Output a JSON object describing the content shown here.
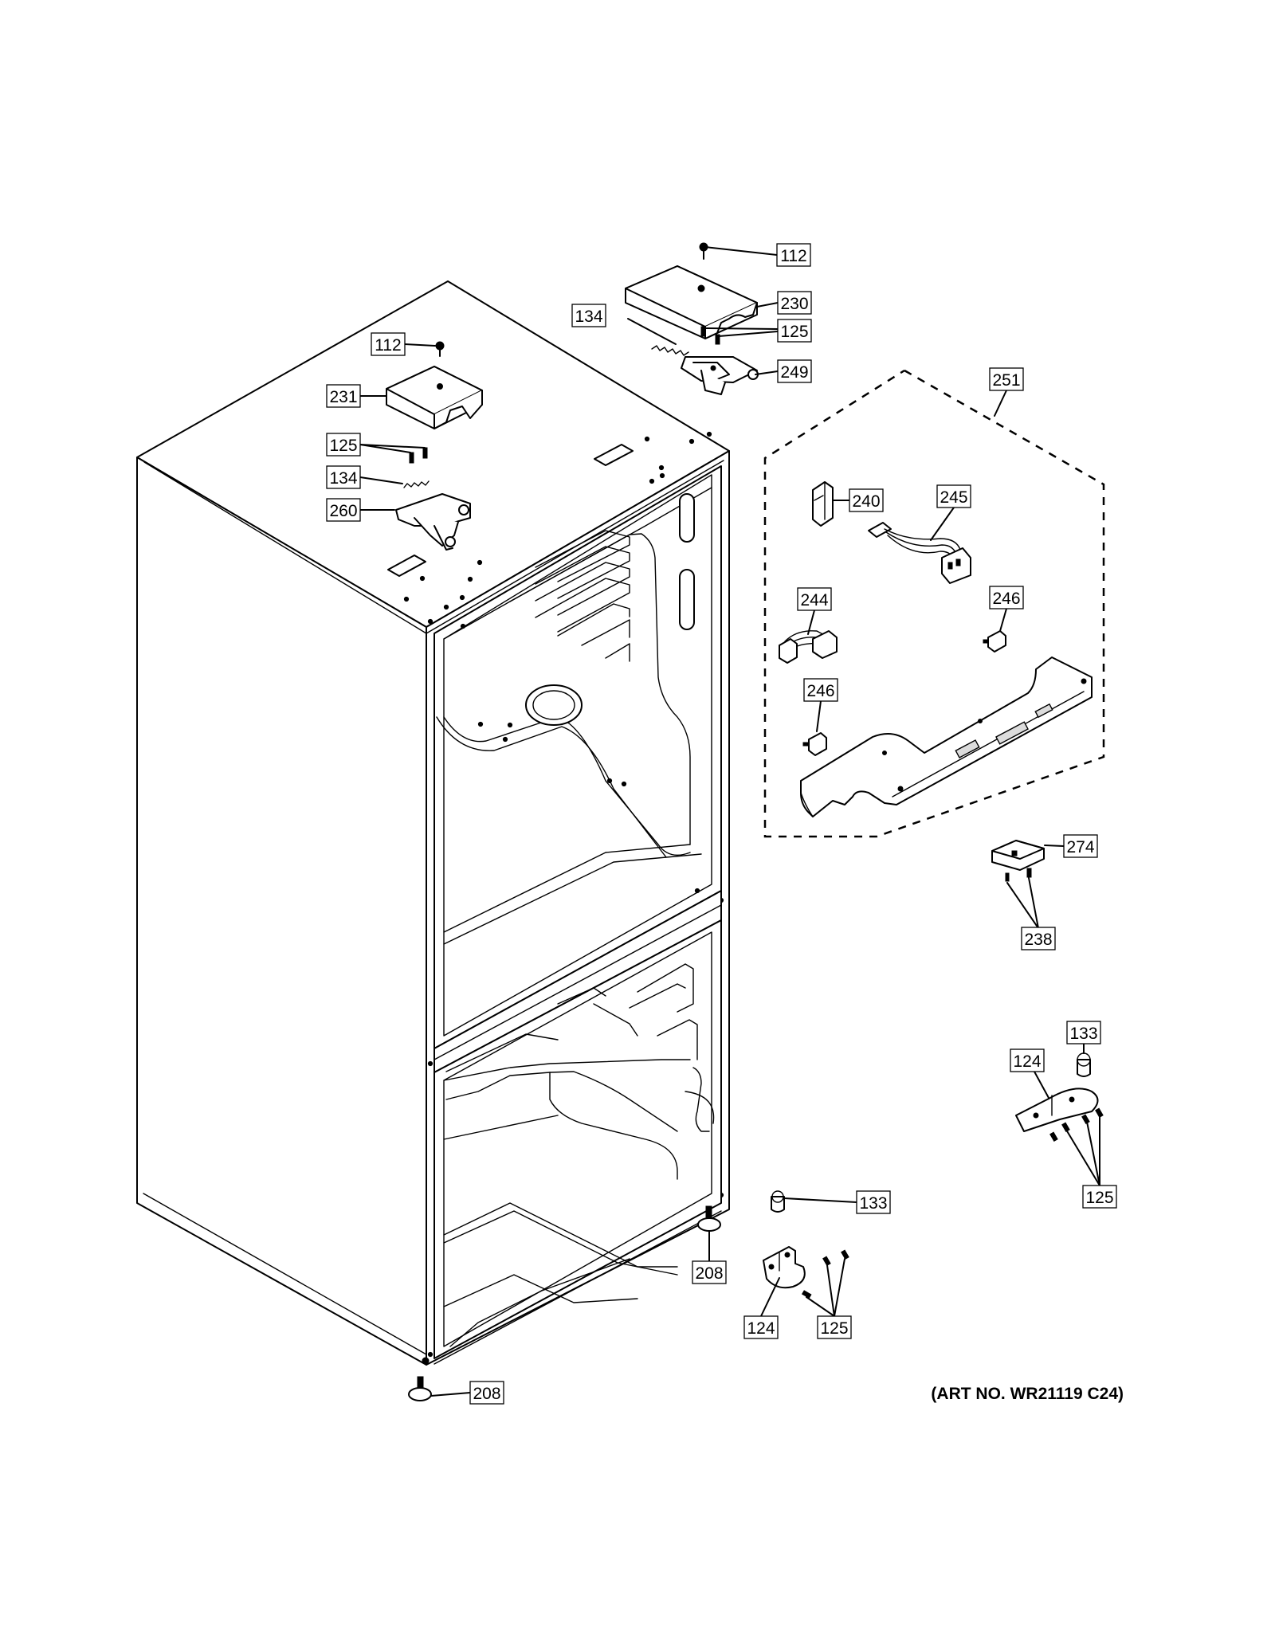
{
  "callouts": {
    "c112_top": "112",
    "c230": "230",
    "c125_top": "125",
    "c134_top": "134",
    "c249": "249",
    "c251": "251",
    "c112_left": "112",
    "c231": "231",
    "c125_left": "125",
    "c134_left": "134",
    "c260": "260",
    "c240": "240",
    "c245": "245",
    "c244": "244",
    "c246_a": "246",
    "c246_b": "246",
    "c274": "274",
    "c238": "238",
    "c133_right": "133",
    "c124_right": "124",
    "c125_right": "125",
    "c133_mid": "133",
    "c208_mid": "208",
    "c124_mid": "124",
    "c125_mid": "125",
    "c208_bottom": "208"
  },
  "art_number": "(ART NO. WR21119 C24)"
}
